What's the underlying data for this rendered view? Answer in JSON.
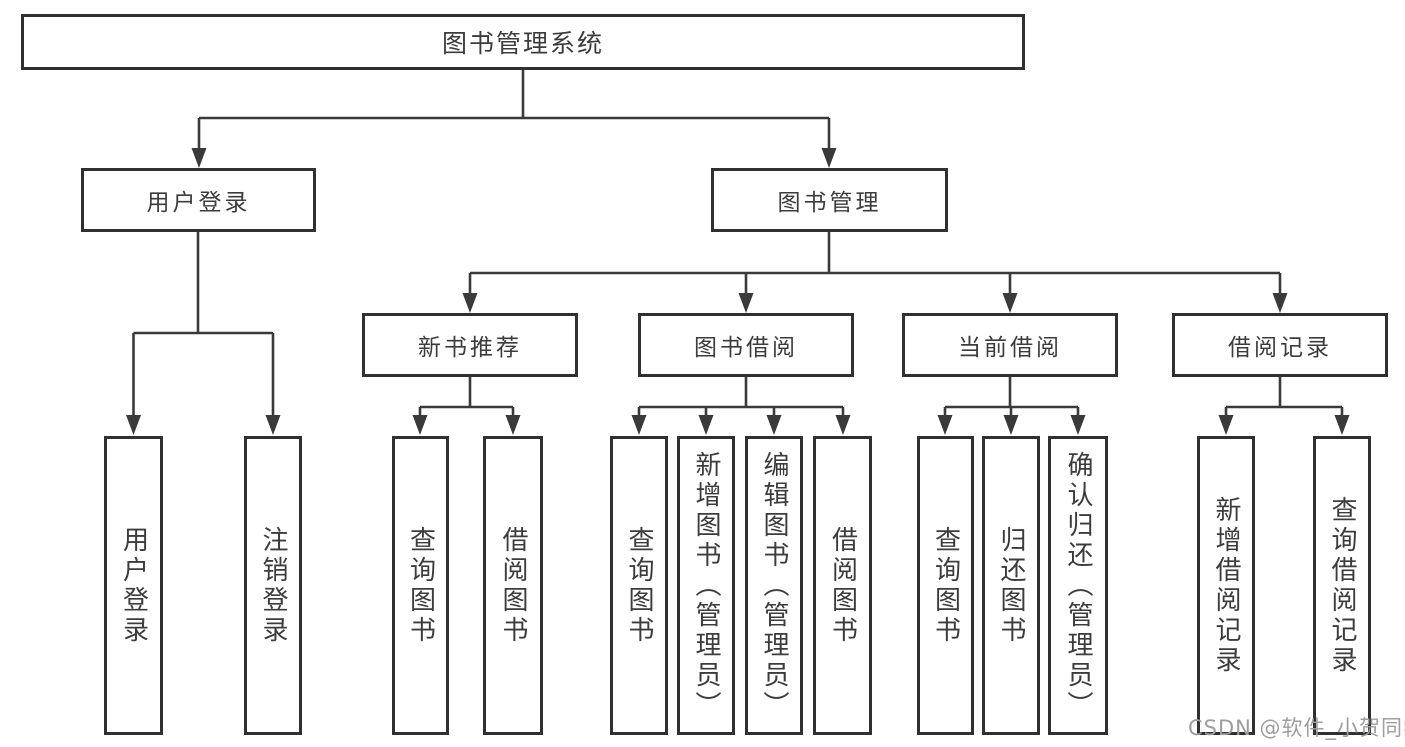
{
  "page": {
    "background_color": "#ffffff",
    "line_color": "#3a3a3a",
    "box_border_color": "#303030",
    "text_color": "#3c3c3c"
  },
  "diagram": {
    "root": {
      "label": "图书管理系统"
    },
    "branches": [
      {
        "label": "用户登录",
        "children": [
          {
            "label": "用户登录"
          },
          {
            "label": "注销登录"
          }
        ]
      },
      {
        "label": "图书管理",
        "children": [
          {
            "label": "新书推荐",
            "children": [
              {
                "label": "查询图书"
              },
              {
                "label": "借阅图书"
              }
            ]
          },
          {
            "label": "图书借阅",
            "children": [
              {
                "label": "查询图书"
              },
              {
                "label": "新增图书（管理员）"
              },
              {
                "label": "编辑图书（管理员）"
              },
              {
                "label": "借阅图书"
              }
            ]
          },
          {
            "label": "当前借阅",
            "children": [
              {
                "label": "查询图书"
              },
              {
                "label": "归还图书"
              },
              {
                "label": "确认归还（管理员）"
              }
            ]
          },
          {
            "label": "借阅记录",
            "children": [
              {
                "label": "新增借阅记录"
              },
              {
                "label": "查询借阅记录"
              }
            ]
          }
        ]
      }
    ]
  },
  "watermark": {
    "text": "CSDN @软件_小贺同学",
    "color": "#9e9e9e"
  }
}
